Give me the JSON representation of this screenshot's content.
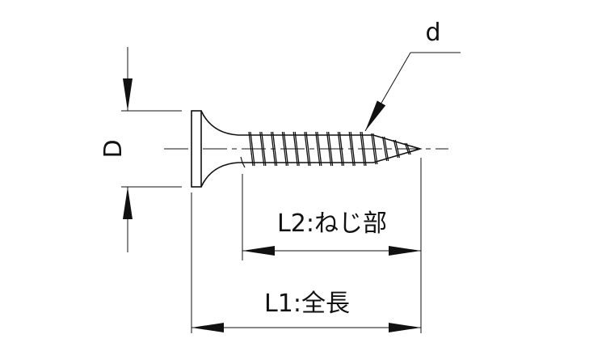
{
  "labels": {
    "diameter_head": "D",
    "diameter_thread": "d",
    "thread_length": "L2:ねじ部",
    "total_length": "L1:全長"
  },
  "colors": {
    "line": "#111111",
    "background": "#ffffff"
  }
}
